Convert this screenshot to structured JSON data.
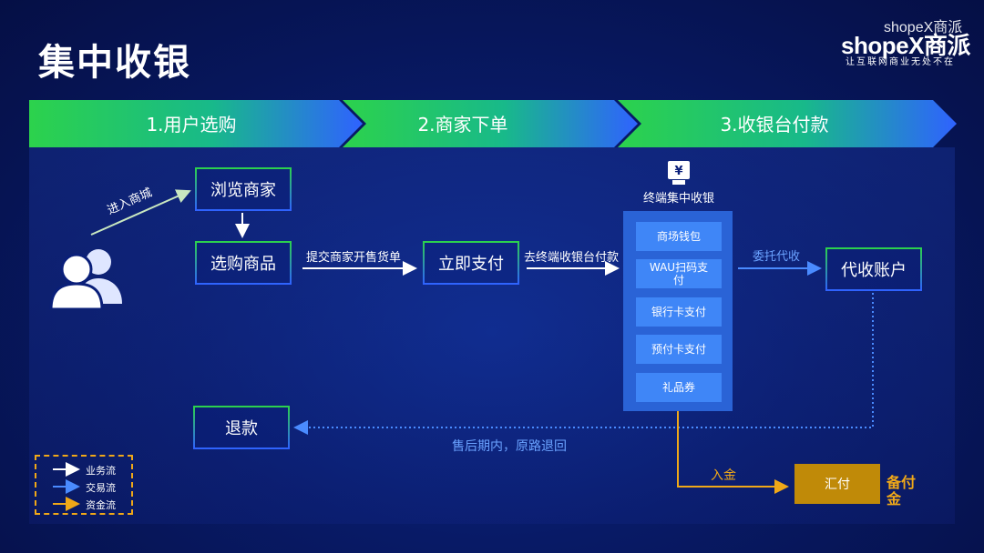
{
  "title": "集中收银",
  "logo": {
    "top_text": "shopeX商派",
    "main_text": "shopeX商派",
    "slogan": "让互联网商业无处不在"
  },
  "steps": [
    {
      "label": "1.用户选购"
    },
    {
      "label": "2.商家下单"
    },
    {
      "label": "3.收银台付款"
    }
  ],
  "nodes": {
    "browse": "浏览商家",
    "select": "选购商品",
    "pay_now": "立即支付",
    "collect_account": "代收账户",
    "refund": "退款",
    "settle": "汇付",
    "reserve": "备付金"
  },
  "terminal": {
    "icon_symbol": "¥",
    "title": "终端集中收银",
    "methods": [
      "商场钱包",
      "WAU扫码支付",
      "银行卡支付",
      "预付卡支付",
      "礼品券"
    ]
  },
  "edges": {
    "enter_mall": "进入商城",
    "submit_order": "提交商家开售货单",
    "go_terminal": "去终端收银台付款",
    "entrust": "委托代收",
    "refund_note": "售后期内，原路退回",
    "deposit": "入金"
  },
  "legend": [
    {
      "label": "业务流",
      "color": "#ffffff"
    },
    {
      "label": "交易流",
      "color": "#4a8bff"
    },
    {
      "label": "资金流",
      "color": "#f0a818"
    }
  ],
  "colors": {
    "green": "#2cd24c",
    "blue": "#2f62ff",
    "gold": "#f0a818",
    "light_blue": "#4a8bff"
  }
}
